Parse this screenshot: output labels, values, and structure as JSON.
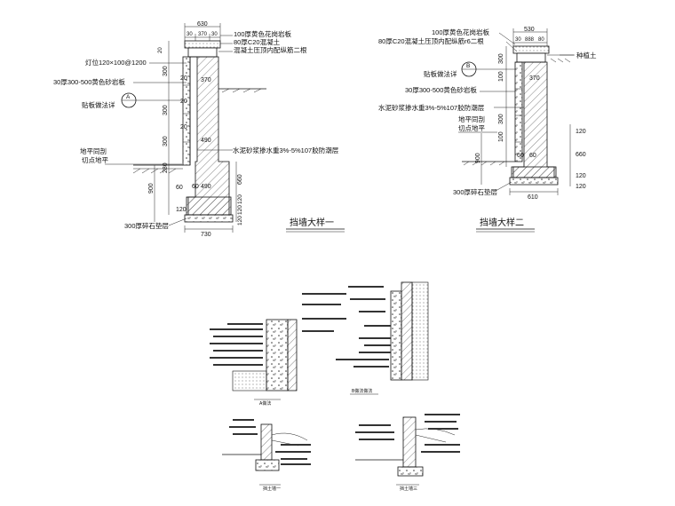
{
  "detail1": {
    "title": "挡墙大样一",
    "dims_top": [
      "630",
      "30",
      "370",
      "30"
    ],
    "notes": [
      "100厚黄色花岗岩板",
      "80厚C20混凝土",
      "混凝土压顶内配纵筋二根"
    ],
    "lamp": "灯位120×100@1200",
    "stone_label": "30厚300-500黄色砂岩板",
    "callout_text": "贴板做法详",
    "callout_letter": "A",
    "ground_label_1": "地平同剖",
    "ground_label_2": "切点地平",
    "waterproof": "水泥砂浆掺水重3%-5%107胶防潮层",
    "gravel": "300厚碎石垫层",
    "left_dims": [
      "20",
      "20",
      "300",
      "20",
      "300",
      "20",
      "300",
      "280",
      "60",
      "900",
      "120"
    ],
    "inner_dims": [
      "370",
      "490",
      "60",
      "490"
    ],
    "right_dims": [
      "660",
      "120",
      "120",
      "120"
    ],
    "bottom_dim": "730"
  },
  "detail2": {
    "title": "挡墙大样二",
    "dims_top": [
      "530",
      "30",
      "888",
      "80"
    ],
    "notes": [
      "100厚黄色花岗岩板",
      "80厚C20混凝土压顶内配纵筋r6二根"
    ],
    "soil": "种植土",
    "callout_text": "贴板做法详",
    "callout_letter": "B",
    "stone_label": "30厚300-500黄色砂岩板",
    "waterproof": "水泥砂浆掺水重3%-5%107胶防潮层",
    "ground_label_1": "地平同剖",
    "ground_label_2": "切点地平",
    "gravel": "300厚碎石垫层",
    "left_dims": [
      "300",
      "100",
      "300",
      "100",
      "900"
    ],
    "inner_dims": [
      "370",
      "60",
      "60"
    ],
    "right_dims": [
      "120",
      "660",
      "120",
      "120"
    ],
    "bottom_dim": "610"
  },
  "small_details": {
    "a_caption": "A做法",
    "b_caption": "B做法做法",
    "c_caption": "挡土墙一",
    "d_caption": "挡土墙三"
  }
}
